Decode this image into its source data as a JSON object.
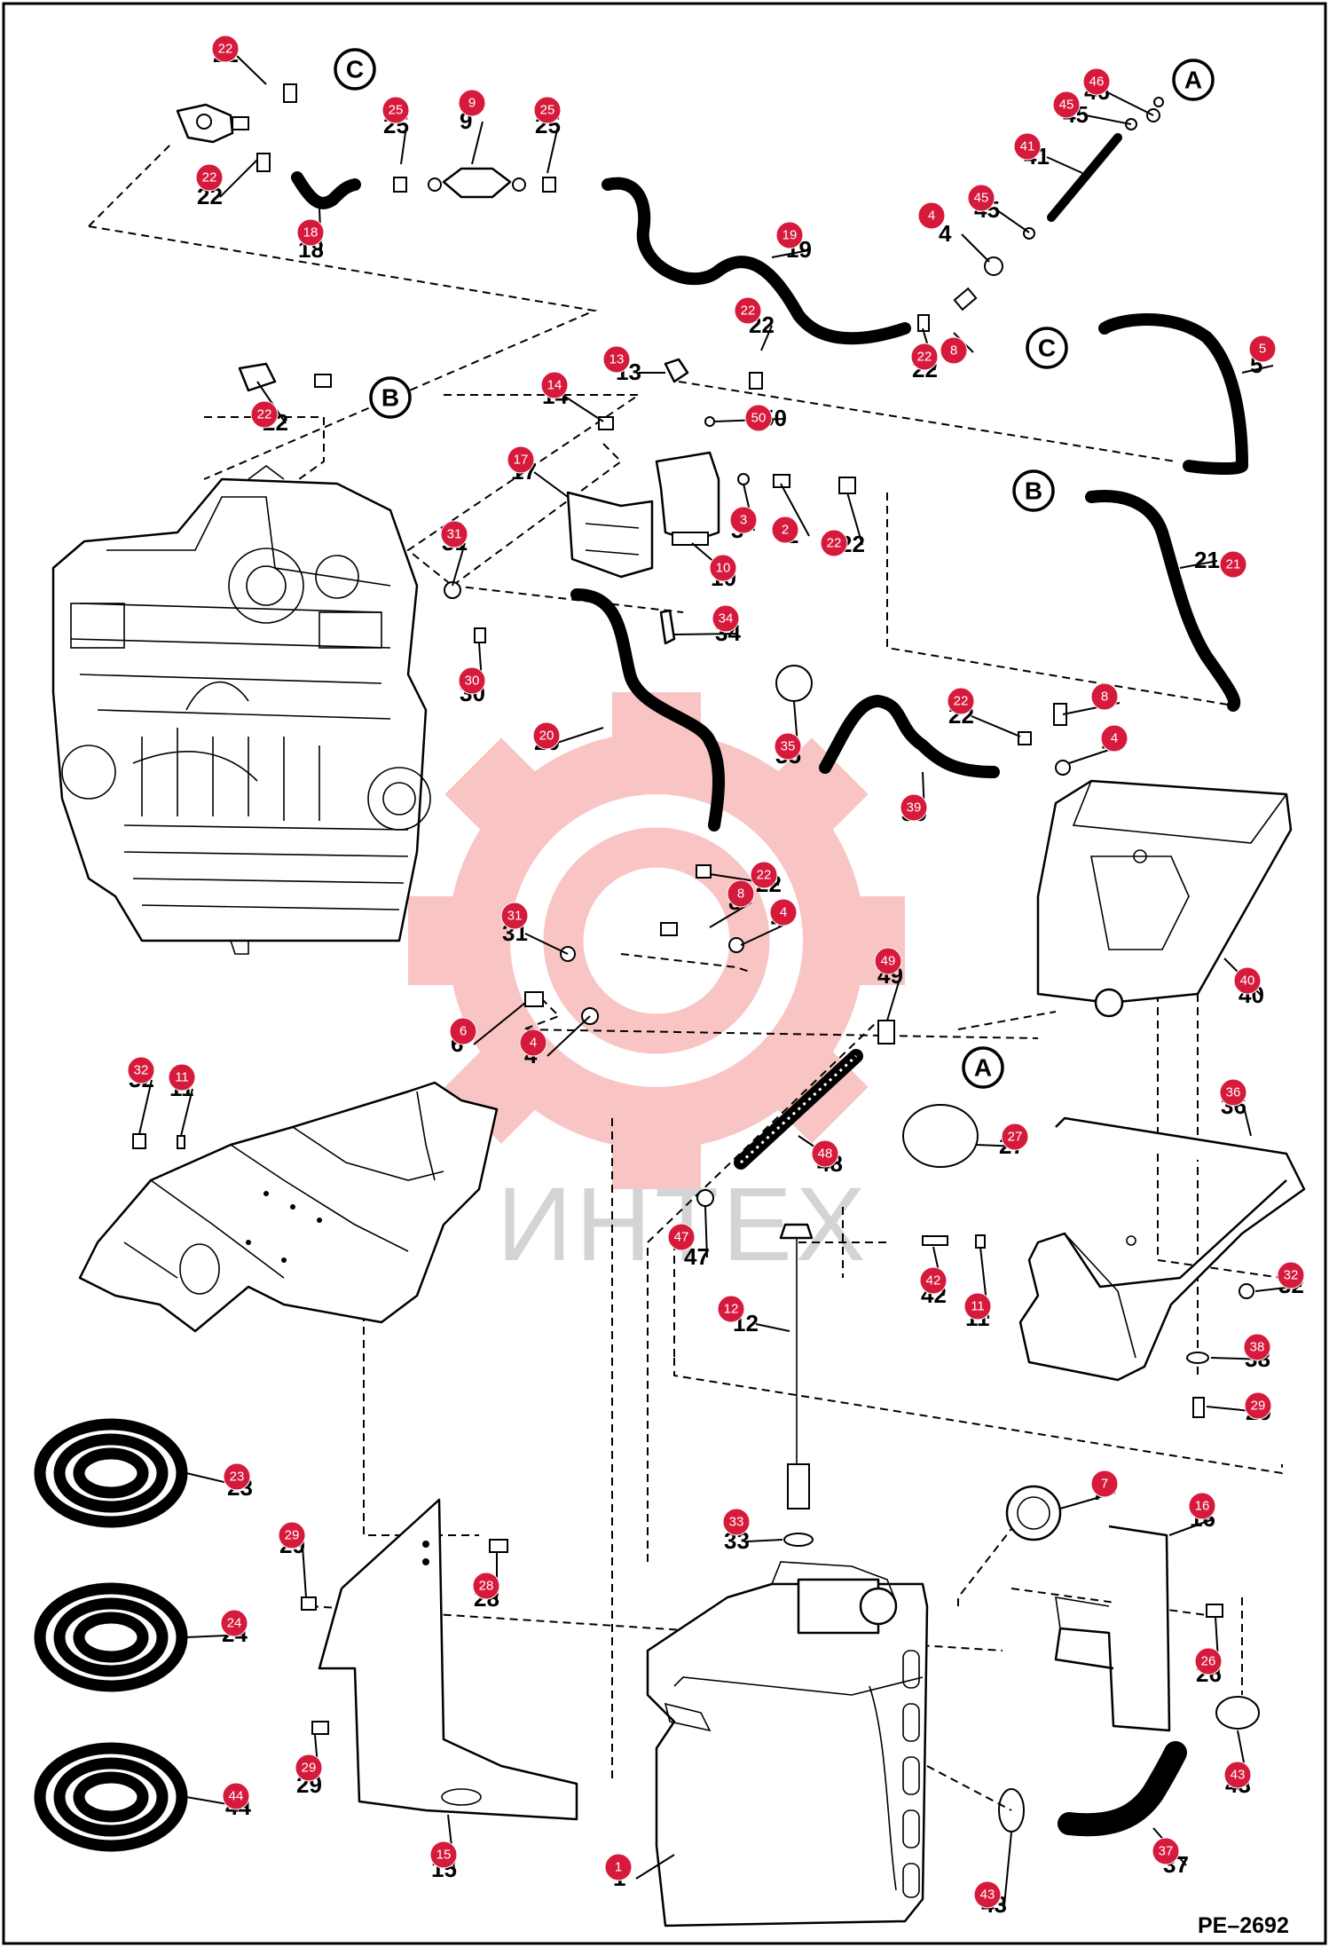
{
  "diagram": {
    "reference_code": "PE–2692",
    "watermark": "ИНТЕХ",
    "connectors": [
      "A",
      "B",
      "C"
    ],
    "callouts": [
      {
        "id": "c22a",
        "n": "22",
        "on": "hose-clamp"
      },
      {
        "id": "c22b",
        "n": "22",
        "on": "hose-clamp"
      },
      {
        "id": "c25a",
        "n": "25",
        "on": "hose-clamp"
      },
      {
        "id": "c9",
        "n": "9",
        "on": "inline-fuel-filter"
      },
      {
        "id": "c25b",
        "n": "25",
        "on": "hose-clamp"
      },
      {
        "id": "c18",
        "n": "18",
        "on": "hose"
      },
      {
        "id": "c19",
        "n": "19",
        "on": "hose"
      },
      {
        "id": "c46",
        "n": "46",
        "on": "fitting"
      },
      {
        "id": "c45a",
        "n": "45",
        "on": "fitting"
      },
      {
        "id": "c41",
        "n": "41",
        "on": "hose"
      },
      {
        "id": "c4a",
        "n": "4",
        "on": "fitting"
      },
      {
        "id": "c45b",
        "n": "45",
        "on": "fitting"
      },
      {
        "id": "c22c",
        "n": "22",
        "on": "hose-clamp"
      },
      {
        "id": "c22d",
        "n": "22",
        "on": "hose-clamp"
      },
      {
        "id": "c8a",
        "n": "8",
        "on": "fitting"
      },
      {
        "id": "c5",
        "n": "5",
        "on": "hose"
      },
      {
        "id": "c22e",
        "n": "22",
        "on": "hose-clamp"
      },
      {
        "id": "c13",
        "n": "13",
        "on": "elbow-fitting"
      },
      {
        "id": "c14",
        "n": "14",
        "on": "fitting"
      },
      {
        "id": "c50",
        "n": "50",
        "on": "screw"
      },
      {
        "id": "c17",
        "n": "17",
        "on": "mount-bracket"
      },
      {
        "id": "c3",
        "n": "3",
        "on": "fitting"
      },
      {
        "id": "c2",
        "n": "2",
        "on": "fitting"
      },
      {
        "id": "c22f",
        "n": "22",
        "on": "hose-clamp"
      },
      {
        "id": "c10",
        "n": "10",
        "on": "fuel-filter"
      },
      {
        "id": "c21",
        "n": "21",
        "on": "hose"
      },
      {
        "id": "c31a",
        "n": "31",
        "on": "fitting"
      },
      {
        "id": "c34",
        "n": "34",
        "on": "clip"
      },
      {
        "id": "c30",
        "n": "30",
        "on": "bolt"
      },
      {
        "id": "c35",
        "n": "35",
        "on": "clamp"
      },
      {
        "id": "c22g",
        "n": "22",
        "on": "hose-clamp"
      },
      {
        "id": "c8b",
        "n": "8",
        "on": "fitting"
      },
      {
        "id": "c4b",
        "n": "4",
        "on": "fitting"
      },
      {
        "id": "c20",
        "n": "20",
        "on": "hose"
      },
      {
        "id": "c39",
        "n": "39",
        "on": "hose"
      },
      {
        "id": "c22h",
        "n": "22",
        "on": "hose-clamp"
      },
      {
        "id": "c8c",
        "n": "8",
        "on": "fitting"
      },
      {
        "id": "c4c",
        "n": "4",
        "on": "fitting"
      },
      {
        "id": "c31b",
        "n": "31",
        "on": "fitting"
      },
      {
        "id": "c49",
        "n": "49",
        "on": "fitting"
      },
      {
        "id": "c40",
        "n": "40",
        "on": "fuel-cooler-tank"
      },
      {
        "id": "c6",
        "n": "6",
        "on": "fitting"
      },
      {
        "id": "c4d",
        "n": "4",
        "on": "fitting"
      },
      {
        "id": "c32a",
        "n": "32",
        "on": "bolt"
      },
      {
        "id": "c11a",
        "n": "11",
        "on": "washer"
      },
      {
        "id": "c36",
        "n": "36",
        "on": "shield"
      },
      {
        "id": "c27",
        "n": "27",
        "on": "strap"
      },
      {
        "id": "c48",
        "n": "48",
        "on": "hose"
      },
      {
        "id": "c47",
        "n": "47",
        "on": "fitting"
      },
      {
        "id": "c42",
        "n": "42",
        "on": "bolt"
      },
      {
        "id": "c11b",
        "n": "11",
        "on": "washer"
      },
      {
        "id": "c32b",
        "n": "32",
        "on": "nut"
      },
      {
        "id": "c12",
        "n": "12",
        "on": "fuel-sender"
      },
      {
        "id": "c38",
        "n": "38",
        "on": "washer"
      },
      {
        "id": "c29a",
        "n": "29",
        "on": "bolt"
      },
      {
        "id": "c23",
        "n": "23",
        "on": "hose-coil"
      },
      {
        "id": "c7",
        "n": "7",
        "on": "fuel-cap"
      },
      {
        "id": "c16",
        "n": "16",
        "on": "bracket"
      },
      {
        "id": "c29b",
        "n": "29",
        "on": "bolt"
      },
      {
        "id": "c33",
        "n": "33",
        "on": "gasket"
      },
      {
        "id": "c28",
        "n": "28",
        "on": "bolt"
      },
      {
        "id": "c24",
        "n": "24",
        "on": "hose-coil"
      },
      {
        "id": "c26",
        "n": "26",
        "on": "bolt"
      },
      {
        "id": "c43a",
        "n": "43",
        "on": "hose-clamp"
      },
      {
        "id": "c29c",
        "n": "29",
        "on": "bolt"
      },
      {
        "id": "c44",
        "n": "44",
        "on": "hose-coil"
      },
      {
        "id": "c15",
        "n": "15",
        "on": "tank-bracket"
      },
      {
        "id": "c1",
        "n": "1",
        "on": "fuel-tank"
      },
      {
        "id": "c43b",
        "n": "43",
        "on": "hose-clamp"
      },
      {
        "id": "c37",
        "n": "37",
        "on": "filler-hose"
      }
    ]
  }
}
